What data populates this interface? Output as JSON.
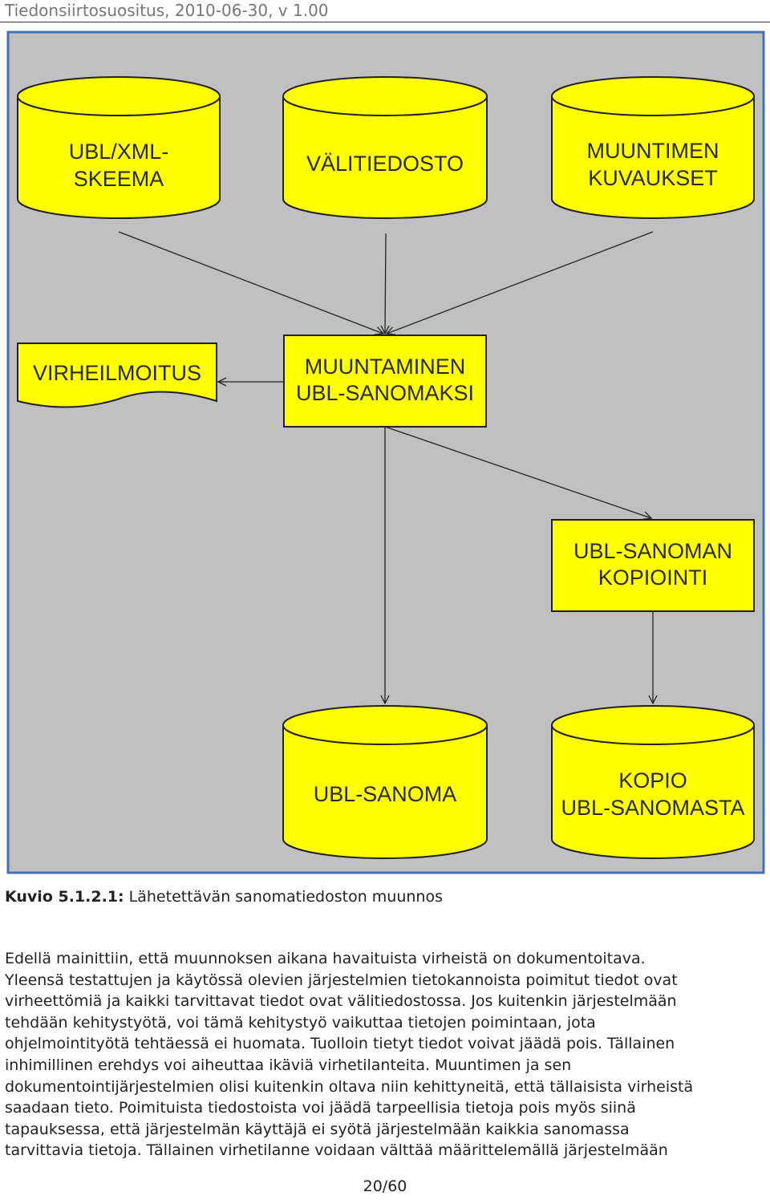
{
  "header": {
    "text": "Tiedonsiirtosuositus, 2010-06-30, v 1.00"
  },
  "diagram": {
    "nodes": {
      "ubl_xml_skeema": [
        "UBL/XML-",
        "SKEEMA"
      ],
      "valitiedosto": [
        "VÄLITIEDOSTO"
      ],
      "muuntimen_kuvaukset": [
        "MUUNTIMEN",
        "KUVAUKSET"
      ],
      "virheilmoitus": [
        "VIRHEILMOITUS"
      ],
      "muuntaminen": [
        "MUUNTAMINEN",
        "UBL-SANOMAKSI"
      ],
      "kopiointi": [
        "UBL-SANOMAN",
        "KOPIOINTI"
      ],
      "ubl_sanoma": [
        "UBL-SANOMA"
      ],
      "kopio": [
        "KOPIO",
        "UBL-SANOMASTA"
      ]
    },
    "colors": {
      "background": "#c0c0c0",
      "frame": "#4a6fb5",
      "node_fill": "#ffff00",
      "stroke": "#222222"
    }
  },
  "caption": {
    "number": "Kuvio 5.1.2.1:",
    "text": " Lähetettävän sanomatiedoston muunnos"
  },
  "paragraph": [
    "Edellä mainittiin, että muunnoksen aikana havaituista virheistä on dokumentoitava.",
    "Yleensä testattujen ja käytössä olevien järjestelmien tietokannoista poimitut tiedot ovat",
    "virheettömiä ja kaikki tarvittavat tiedot ovat välitiedostossa. Jos kuitenkin järjestelmään",
    "tehdään kehitystyötä, voi tämä kehitystyö vaikuttaa tietojen poimintaan, jota",
    "ohjelmointityötä tehtäessä ei huomata. Tuolloin tietyt tiedot voivat jäädä pois. Tällainen",
    "inhimillinen erehdys voi aiheuttaa ikäviä virhetilanteita. Muuntimen ja sen",
    "dokumentointijärjestelmien olisi kuitenkin oltava niin kehittyneitä, että tällaisista virheistä",
    "saadaan tieto. Poimituista tiedostoista voi jäädä tarpeellisia tietoja pois myös siinä",
    "tapauksessa, että järjestelmän käyttäjä ei syötä järjestelmään kaikkia sanomassa",
    "tarvittavia tietoja. Tällainen virhetilanne voidaan välttää määrittelemällä järjestelmään"
  ],
  "footer": {
    "page": "20/60"
  }
}
